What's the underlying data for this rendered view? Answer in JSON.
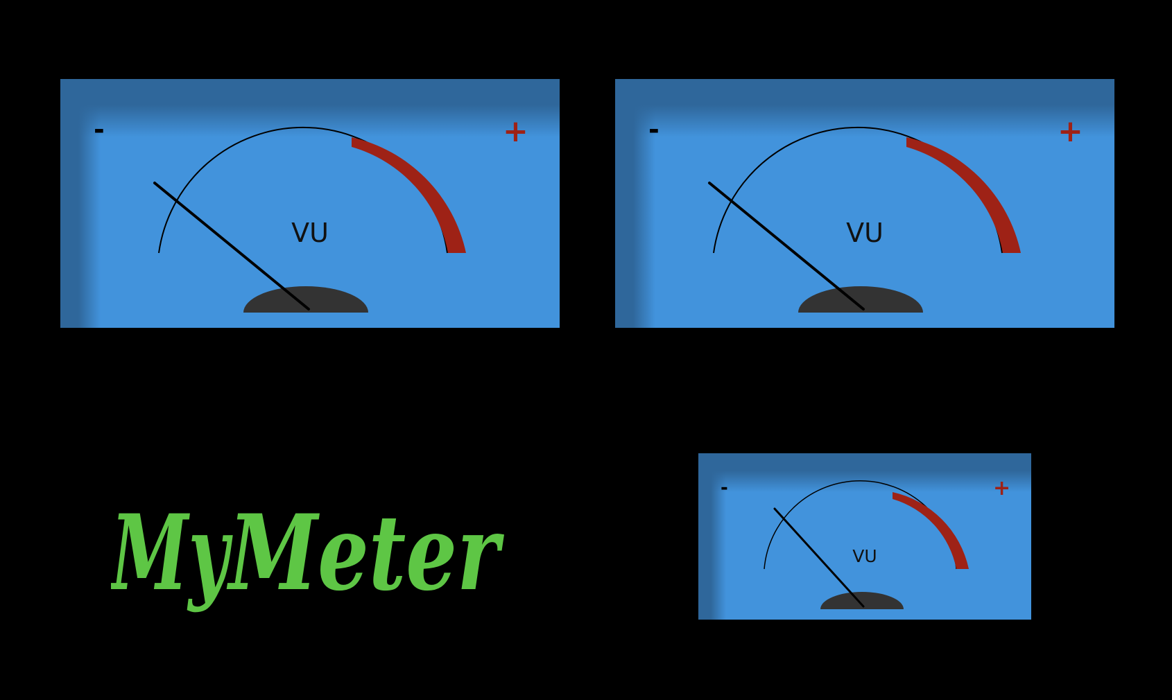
{
  "colors": {
    "background": "#000000",
    "meter_face": "#4293dc",
    "meter_shadow": "#2f679b",
    "red_zone": "#9e2216",
    "needle": "#000000",
    "hub": "#333333",
    "logo": "#5ec645"
  },
  "meters": [
    {
      "id": "large-left",
      "minus_label": "-",
      "plus_label": "+",
      "scale_label": "VU",
      "needle_level": 0.1
    },
    {
      "id": "large-right",
      "minus_label": "-",
      "plus_label": "+",
      "scale_label": "VU",
      "needle_level": 0.1
    },
    {
      "id": "small",
      "minus_label": "-",
      "plus_label": "+",
      "scale_label": "VU",
      "needle_level": 0.2
    }
  ],
  "logo": {
    "text_prefix": "My",
    "text_suffix": "Meter"
  }
}
